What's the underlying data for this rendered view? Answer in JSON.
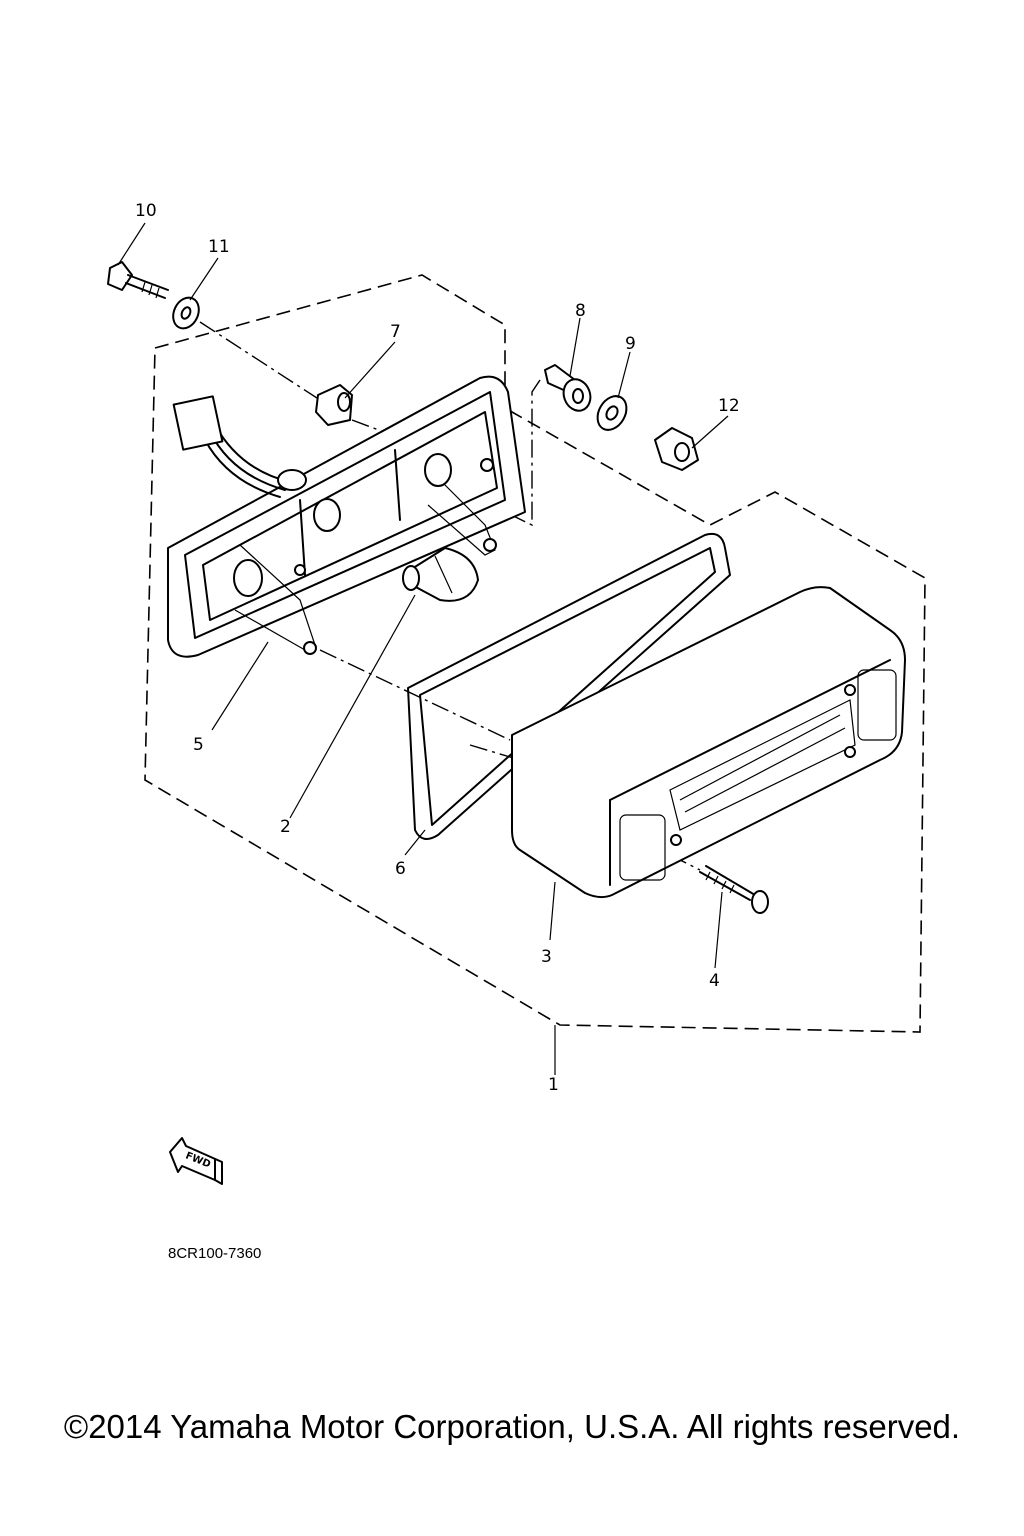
{
  "diagram": {
    "callouts": [
      "1",
      "2",
      "3",
      "4",
      "5",
      "6",
      "7",
      "8",
      "9",
      "10",
      "11",
      "12"
    ],
    "fwd_label": "FWD",
    "drawing_code": "8CR100-7360"
  },
  "footer": {
    "copyright": "©2014 Yamaha Motor Corporation, U.S.A. All rights reserved."
  }
}
